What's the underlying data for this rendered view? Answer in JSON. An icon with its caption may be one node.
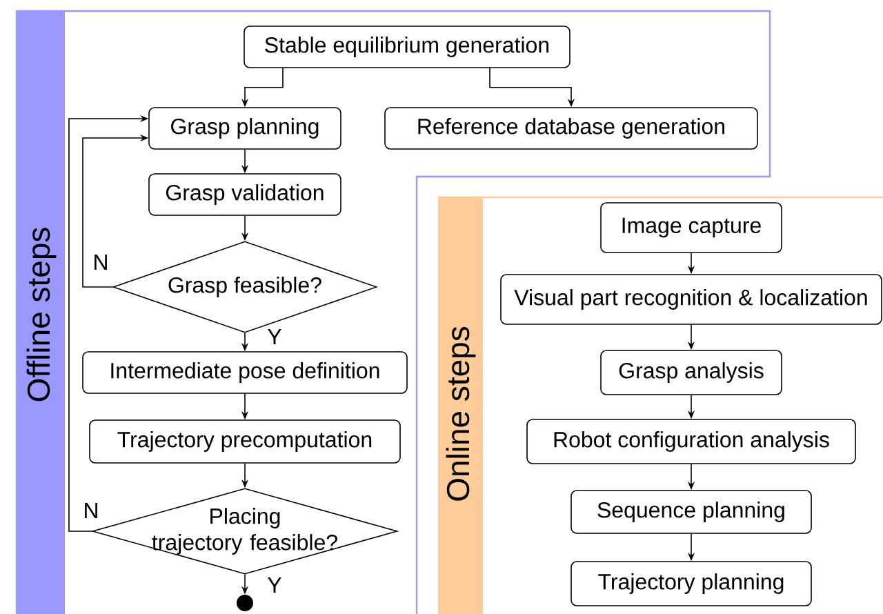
{
  "diagram": {
    "nodes": [
      {
        "text": [
          "Offline steps"
        ]
      },
      {
        "text": [
          "Stable equilibrium generation"
        ],
        "in": 0
      },
      {
        "text": [
          "Grasp planning"
        ],
        "in": 0
      },
      {
        "text": [
          "Reference database generation"
        ],
        "in": 0
      },
      {
        "text": [
          "Grasp validation"
        ],
        "in": 0
      },
      {
        "text": [
          "Grasp feasible?"
        ],
        "in": 0
      },
      {
        "text": [
          "Intermediate pose definition"
        ],
        "in": 0
      },
      {
        "text": [
          "Trajectory precomputation"
        ],
        "in": 0
      },
      {
        "text": [
          "Placing trajectory feasible?"
        ],
        "in": 0
      },
      {
        "text": [],
        "shape": "circle",
        "in": 0
      },
      {
        "text": [
          "Online steps"
        ]
      },
      {
        "text": [
          "Image capture"
        ],
        "in": 10
      },
      {
        "text": [
          "Visual part recognition & localization"
        ],
        "in": 10
      },
      {
        "text": [
          "Grasp analysis"
        ],
        "in": 10
      },
      {
        "text": [
          "Robot configuration analysis"
        ],
        "in": 10
      },
      {
        "text": [
          "Sequence planning"
        ],
        "in": 10
      },
      {
        "text": [
          "Trajectory planning"
        ],
        "in": 10
      }
    ],
    "edges": [
      {
        "from": 1,
        "to": 2,
        "arrow": "to"
      },
      {
        "from": 1,
        "to": 3,
        "arrow": "to"
      },
      {
        "from": 2,
        "to": 4,
        "arrow": "to"
      },
      {
        "from": 4,
        "to": 5,
        "arrow": "to"
      },
      {
        "from": 5,
        "to": 6,
        "arrow": "to",
        "label": "Y"
      },
      {
        "from": 5,
        "to": 2,
        "arrow": "to",
        "label": "N"
      },
      {
        "from": 6,
        "to": 7,
        "arrow": "to"
      },
      {
        "from": 7,
        "to": 8,
        "arrow": "to"
      },
      {
        "from": 8,
        "to": 9,
        "arrow": "to",
        "label": "Y"
      },
      {
        "from": 8,
        "to": 2,
        "arrow": "to",
        "label": "N"
      },
      {
        "from": 11,
        "to": 12,
        "arrow": "to"
      },
      {
        "from": 12,
        "to": 13,
        "arrow": "to"
      },
      {
        "from": 13,
        "to": 14,
        "arrow": "to"
      },
      {
        "from": 14,
        "to": 15,
        "arrow": "to"
      },
      {
        "from": 15,
        "to": 16,
        "arrow": "to"
      }
    ]
  }
}
